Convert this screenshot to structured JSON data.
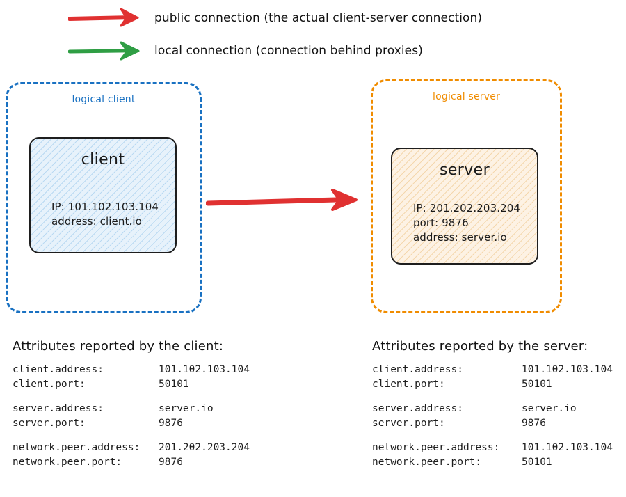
{
  "legend": [
    {
      "arrow_icon": "right-arrow-icon",
      "color": "#e03131",
      "label": "public connection (the actual client-server connection)"
    },
    {
      "arrow_icon": "right-arrow-icon",
      "color": "#2f9e44",
      "label": "local connection (connection behind proxies)"
    }
  ],
  "diagram": {
    "connector": {
      "icon": "right-arrow-icon",
      "color": "#e03131",
      "kind": "public connection"
    },
    "client_container": {
      "title": "logical client",
      "border_color": "#1971c2",
      "node": {
        "title": "client",
        "fill_color": "#e7f2fb",
        "hatch_color": "#b9d9f2",
        "lines": [
          "IP: 101.102.103.104",
          "address: client.io"
        ]
      }
    },
    "server_container": {
      "title": "logical server",
      "border_color": "#f08c00",
      "node": {
        "title": "server",
        "fill_color": "#fdf2e4",
        "hatch_color": "#f4d7ad",
        "lines": [
          "IP: 201.202.203.204",
          "port: 9876",
          "address: server.io"
        ]
      }
    }
  },
  "attributes": {
    "client_panel": {
      "heading": "Attributes reported by the client:",
      "groups": [
        [
          {
            "key": "client.address:",
            "value": "101.102.103.104"
          },
          {
            "key": "client.port:",
            "value": "50101"
          }
        ],
        [
          {
            "key": "server.address:",
            "value": "server.io"
          },
          {
            "key": "server.port:",
            "value": "9876"
          }
        ],
        [
          {
            "key": "network.peer.address:",
            "value": "201.202.203.204"
          },
          {
            "key": "network.peer.port:",
            "value": "9876"
          }
        ]
      ]
    },
    "server_panel": {
      "heading": "Attributes reported by the server:",
      "groups": [
        [
          {
            "key": "client.address:",
            "value": "101.102.103.104"
          },
          {
            "key": "client.port:",
            "value": "50101"
          }
        ],
        [
          {
            "key": "server.address:",
            "value": "server.io"
          },
          {
            "key": "server.port:",
            "value": "9876"
          }
        ],
        [
          {
            "key": "network.peer.address:",
            "value": "101.102.103.104"
          },
          {
            "key": "network.peer.port:",
            "value": "50101"
          }
        ]
      ]
    }
  }
}
